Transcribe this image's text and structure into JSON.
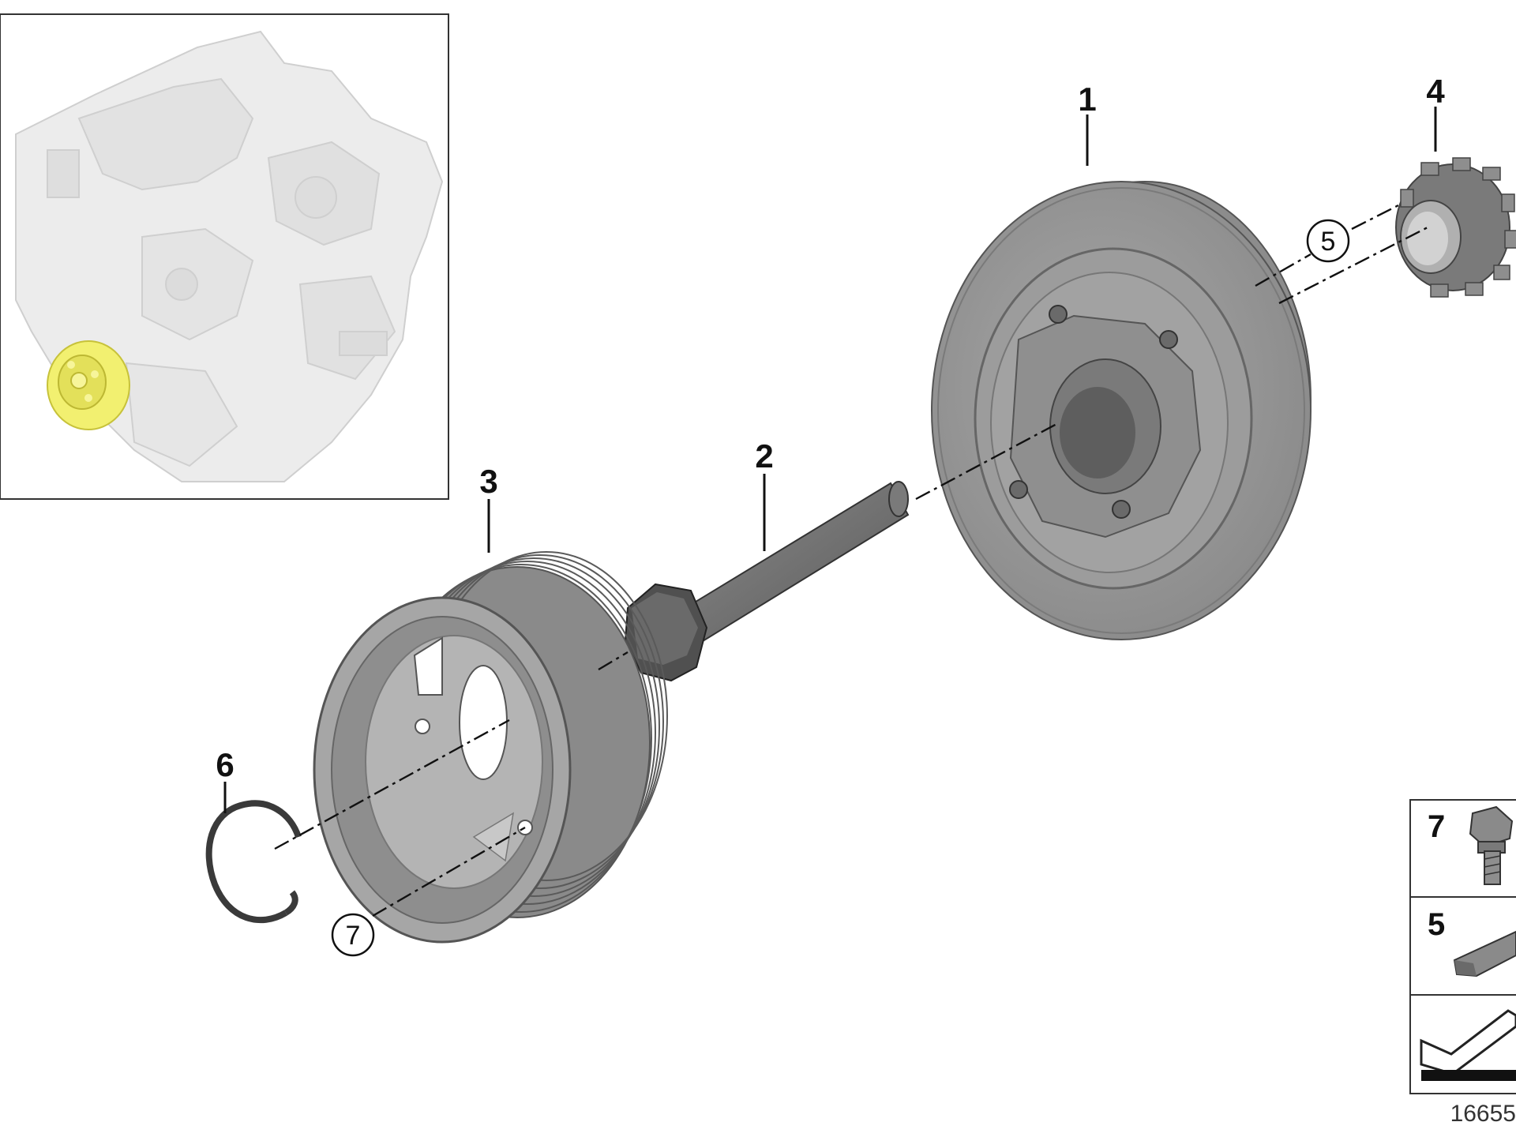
{
  "callouts": {
    "c1": "1",
    "c2": "2",
    "c3": "3",
    "c4": "4",
    "c5_circled": "5",
    "c6": "6",
    "c7_circled": "7"
  },
  "legend": {
    "row1_label": "7",
    "row2_label": "5"
  },
  "doc_number": "16655",
  "colors": {
    "part_gray": "#9a9a9a",
    "part_dark": "#6e6e6e",
    "highlight": "#f2f070",
    "engine_ghost": "#e6e6e6"
  },
  "icons": {
    "engine_locator": "engine-locator-icon",
    "bolt": "bolt-icon",
    "key": "key-icon",
    "direction": "arrow-step-icon"
  }
}
